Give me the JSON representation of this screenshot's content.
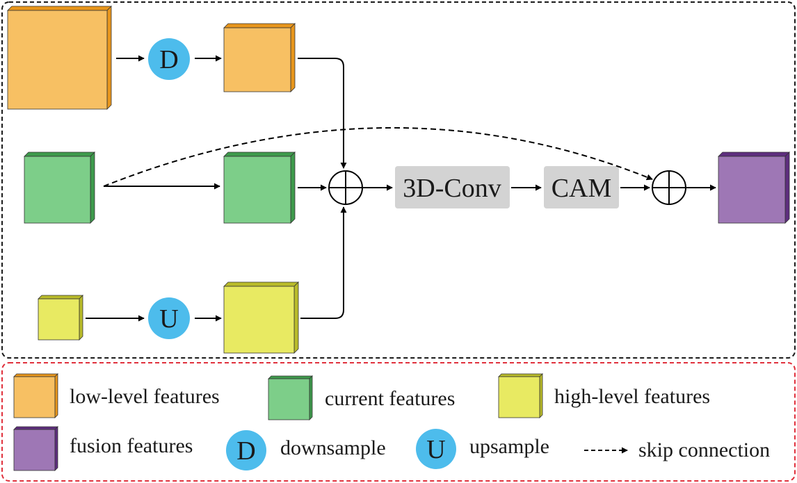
{
  "colors": {
    "low": "#F7C063",
    "low_dark": "#E8961C",
    "current": "#7DCE89",
    "current_dark": "#3E9A4C",
    "high": "#E8EA62",
    "high_dark": "#B9BB2A",
    "fusion": "#9E77B5",
    "fusion_dark": "#5E2E7E",
    "node": "#4DBCEC",
    "block": "#D3D3D3",
    "main_border": "#1a1a1a",
    "legend_border": "#E0303C"
  },
  "diagram": {
    "down_node": "D",
    "up_node": "U",
    "conv_block": "3D-Conv",
    "cam_block": "CAM"
  },
  "legend": {
    "low": "low-level features",
    "current": "current features",
    "high": "high-level features",
    "fusion": "fusion features",
    "down_symbol": "D",
    "down": "downsample",
    "up_symbol": "U",
    "up": "upsample",
    "skip": "skip connection"
  }
}
